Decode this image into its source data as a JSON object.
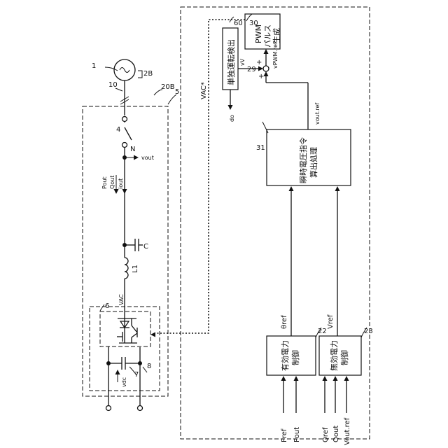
{
  "refs": {
    "r1": "1",
    "r10": "10",
    "r2B": "2B",
    "r20B": "20B",
    "r5": "5",
    "r4": "4",
    "r6": "6",
    "r7": "7",
    "r8": "8",
    "r22": "22",
    "r23": "23",
    "r29": "29",
    "r30": "30",
    "r31": "31",
    "r60": "60"
  },
  "labels": {
    "N": "N",
    "C": "C",
    "L1": "L1",
    "VAC": "VAC",
    "VAC_star": "VAC*",
    "Vout": "vout",
    "Pout": "Pout",
    "Qout": "Qout",
    "iout": "iout",
    "Vdc": "vdc",
    "theta_ref": "θref",
    "V_ref": "Vref",
    "V_V": "vV",
    "V_PWM_ref": "vPWM.ref",
    "V_out_ref": "vout.ref",
    "d_o": "do",
    "plus1": "+",
    "plus2": "+"
  },
  "blocks": {
    "active_power": [
      "有効電力",
      "制御"
    ],
    "reactive_power": [
      "無効電力",
      "制御"
    ],
    "instant_voltage": [
      "瞬時電圧指令",
      "算出処理"
    ],
    "pwm": [
      "PWM",
      "パルス",
      "生成"
    ],
    "islanding": "単独運転検出"
  },
  "inputs": {
    "P_ref": "Pref",
    "P_out": "Pout",
    "Q_ref": "Qref",
    "Q_out": "Qout",
    "V_out_ref": "Vout.ref"
  }
}
